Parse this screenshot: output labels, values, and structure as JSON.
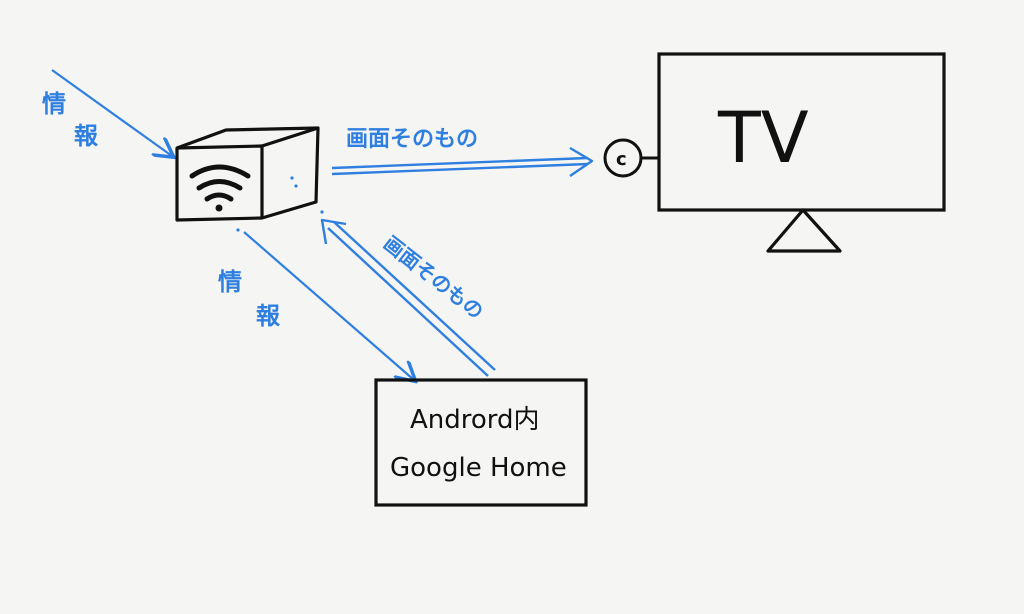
{
  "labels": {
    "info_top_1": "情",
    "info_top_2": "報",
    "info_bottom_1": "情",
    "info_bottom_2": "報",
    "screen_to_tv": "画面そのもの",
    "screen_from_phone": "画面そのもの",
    "hdmi": "c",
    "tv": "TV",
    "phone_line1": "Andrord内",
    "phone_line2": "Google Home"
  },
  "colors": {
    "ink": "#111111",
    "blue": "#2f7fe0"
  },
  "icons": {
    "device_icon": "wifi-icon"
  }
}
